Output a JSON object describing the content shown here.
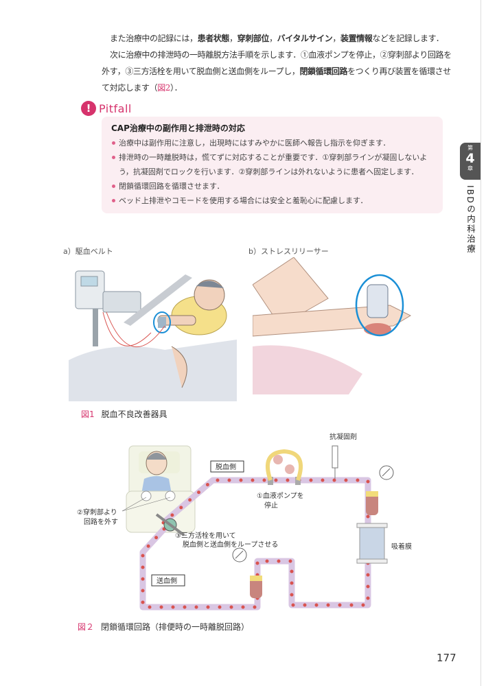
{
  "body": {
    "p1_a": "また治療中の記録には，",
    "p1_b1": "患者状態",
    "p1_sep1": "，",
    "p1_b2": "穿刺部位",
    "p1_sep2": "，",
    "p1_b3": "バイタルサイン",
    "p1_sep3": "，",
    "p1_b4": "装置情報",
    "p1_c": "などを記録します．",
    "p2_a": "次に治療中の排泄時の一時離脱方法手順を示します．①血液ポンプを停止，②穿刺部より回路を外す，③三方活栓を用いて脱血側と送血側をループし，",
    "p2_b": "閉鎖循環回路",
    "p2_c": "をつくり再び装置を循環させて対応します（",
    "p2_ref": "図2",
    "p2_d": "）．"
  },
  "pitfall": {
    "icon_text": "!",
    "title": "Pitfall",
    "heading": "CAP治療中の副作用と排泄時の対応",
    "items": [
      "治療中は副作用に注意し，出現時にはすみやかに医師へ報告し指示を仰ぎます．",
      "排泄時の一時離脱時は，慌てずに対応することが重要です．①穿刺部ラインが凝固しないよう，抗凝固剤でロックを行います．②穿刺部ラインは外れないように患者へ固定します．",
      "閉鎖循環回路を循環させます．",
      "ベッド上排泄やコモードを使用する場合には安全と羞恥心に配慮します．"
    ]
  },
  "chapter": {
    "prefix": "第",
    "number": "4",
    "suffix": "章",
    "title": "IBDの内科治療"
  },
  "figure1": {
    "label_a": "a）駆血ベルト",
    "label_b": "b）ストレスリリーサー",
    "caption_num": "図1",
    "caption": "脱血不良改善器具"
  },
  "figure2": {
    "anticoagulant": "抗凝固剤",
    "draw_side": "脱血側",
    "return_side": "送血側",
    "step1_l1": "①血液ポンプを",
    "step1_l2": "停止",
    "step2_l1": "②穿刺部より",
    "step2_l2": "回路を外す",
    "step3_l1": "③三方活栓を用いて",
    "step3_l2": "脱血側と送血側をループさせる",
    "adsorber": "吸着膜",
    "caption_num": "図２",
    "caption": "閉鎖循環回路（排便時の一時離脱回路）"
  },
  "page_number": "177",
  "colors": {
    "accent": "#d6336c",
    "pitfall_bg": "#fbeef2",
    "tube": "#d9c6e3",
    "blood": "#d9534f"
  }
}
